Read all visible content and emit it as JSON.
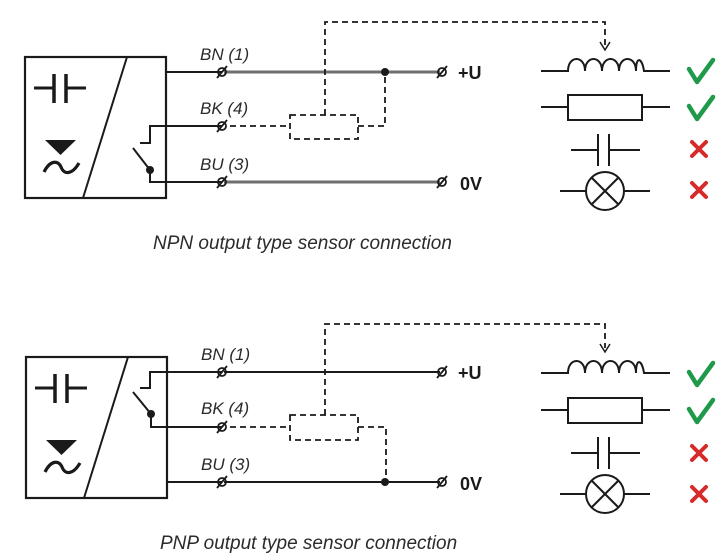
{
  "diagrams": [
    {
      "type": "NPN",
      "caption": "NPN output type sensor connection",
      "wires": [
        {
          "label": "BN (1)"
        },
        {
          "label": "BK (4)"
        },
        {
          "label": "BU (3)"
        }
      ],
      "supply": {
        "positive": "+U",
        "ground": "0V"
      },
      "load_connected_to": "+U",
      "loads": [
        {
          "name": "inductive load (relay coil)",
          "symbol": "inductor",
          "allowed": true
        },
        {
          "name": "resistive load",
          "symbol": "resistor",
          "allowed": true
        },
        {
          "name": "capacitive load",
          "symbol": "capacitor",
          "allowed": false
        },
        {
          "name": "lamp load",
          "symbol": "lamp",
          "allowed": false
        }
      ]
    },
    {
      "type": "PNP",
      "caption": "PNP output type sensor connection",
      "wires": [
        {
          "label": "BN (1)"
        },
        {
          "label": "BK (4)"
        },
        {
          "label": "BU (3)"
        }
      ],
      "supply": {
        "positive": "+U",
        "ground": "0V"
      },
      "load_connected_to": "0V",
      "loads": [
        {
          "name": "inductive load (relay coil)",
          "symbol": "inductor",
          "allowed": true
        },
        {
          "name": "resistive load",
          "symbol": "resistor",
          "allowed": true
        },
        {
          "name": "capacitive load",
          "symbol": "capacitor",
          "allowed": false
        },
        {
          "name": "lamp load",
          "symbol": "lamp",
          "allowed": false
        }
      ]
    }
  ],
  "colors": {
    "allowed": "#1f9a4a",
    "not_allowed": "#d62b2b",
    "line": "#1a1a1a"
  },
  "icons": {
    "allowed": "check-mark-icon",
    "not_allowed": "cross-mark-icon"
  }
}
